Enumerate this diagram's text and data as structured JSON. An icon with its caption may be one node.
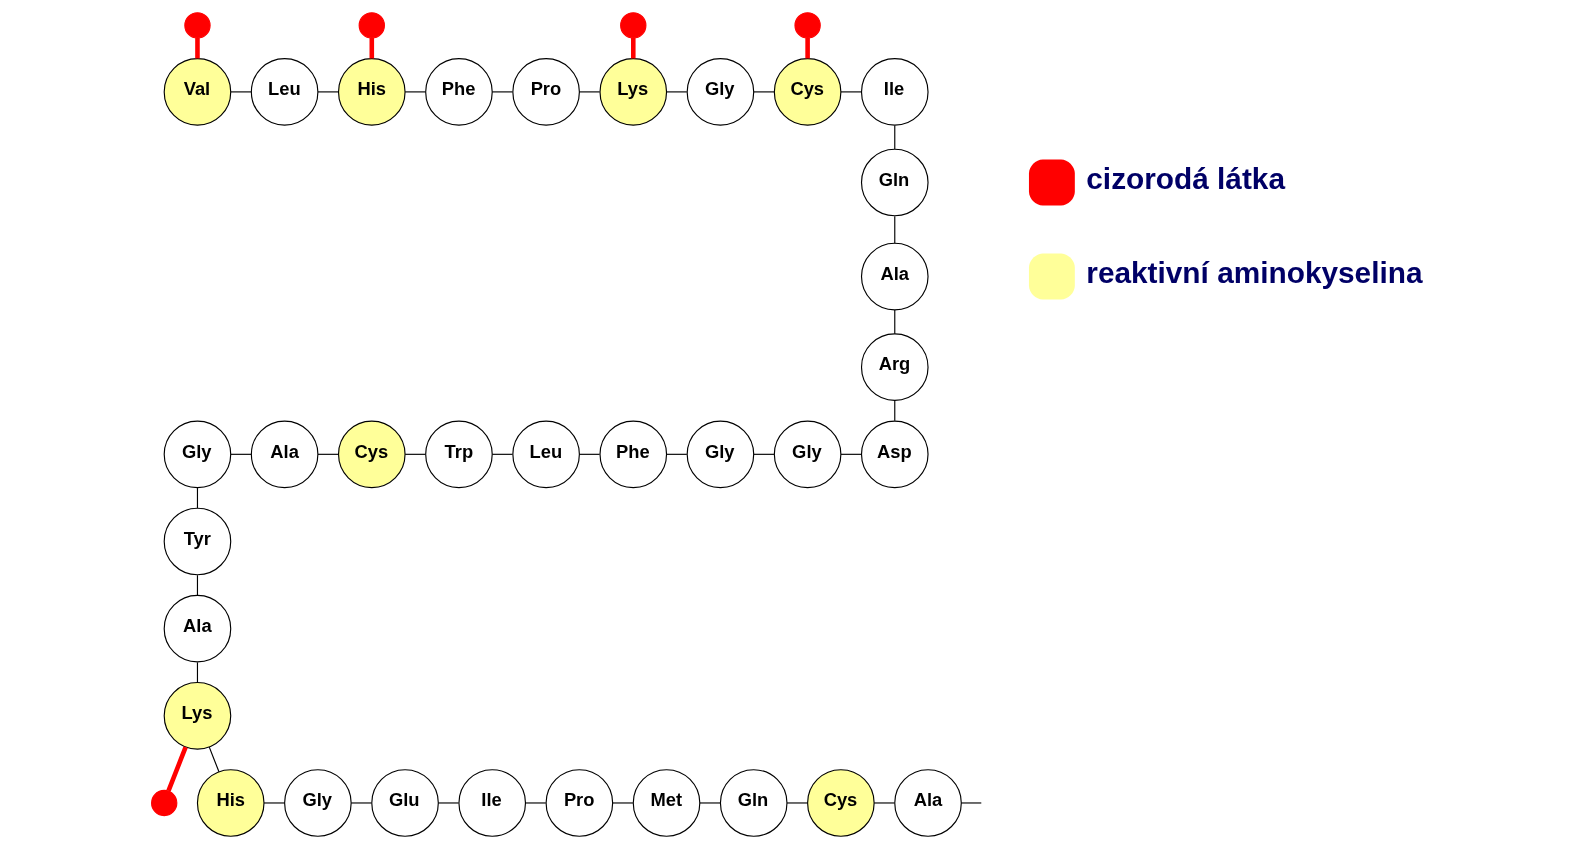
{
  "diagram": {
    "nodes": [
      {
        "text": [],
        "shape": "circle"
      },
      {
        "text": [],
        "shape": "circle"
      },
      {
        "text": [],
        "shape": "circle"
      },
      {
        "text": [],
        "shape": "circle"
      },
      {
        "text": [
          "Val"
        ]
      },
      {
        "text": [
          "Leu"
        ]
      },
      {
        "text": [
          "His"
        ]
      },
      {
        "text": [
          "Phe"
        ]
      },
      {
        "text": [
          "Pro"
        ]
      },
      {
        "text": [
          "Lys"
        ]
      },
      {
        "text": [
          "Gly"
        ]
      },
      {
        "text": [
          "Cys"
        ]
      },
      {
        "text": [
          "Ile"
        ]
      },
      {
        "text": [
          "Gln"
        ]
      },
      {
        "text": [
          "Ala"
        ]
      },
      {
        "text": [
          "Arg"
        ]
      },
      {
        "text": [
          "Gly"
        ]
      },
      {
        "text": [
          "Ala"
        ]
      },
      {
        "text": [
          "Cys"
        ]
      },
      {
        "text": [
          "Trp"
        ]
      },
      {
        "text": [
          "Leu"
        ]
      },
      {
        "text": [
          "Phe"
        ]
      },
      {
        "text": [
          "Gly"
        ]
      },
      {
        "text": [
          "Gly"
        ]
      },
      {
        "text": [
          "Asp"
        ]
      },
      {
        "text": [
          "Tyr"
        ]
      },
      {
        "text": [
          "Ala"
        ]
      },
      {
        "text": [
          "Lys"
        ]
      },
      {
        "text": [],
        "shape": "circle"
      },
      {
        "text": [
          "His"
        ]
      },
      {
        "text": [
          "Gly"
        ]
      },
      {
        "text": [
          "Glu"
        ]
      },
      {
        "text": [
          "Ile"
        ]
      },
      {
        "text": [
          "Pro"
        ]
      },
      {
        "text": [
          "Met"
        ]
      },
      {
        "text": [
          "Gln"
        ]
      },
      {
        "text": [
          "Cys"
        ]
      },
      {
        "text": [
          "Ala"
        ]
      }
    ],
    "edges": [
      {
        "from": 0,
        "to": 4,
        "arrow": "none",
        "style": "thick",
        "color": "#ff0000"
      },
      {
        "from": 1,
        "to": 6,
        "arrow": "none",
        "style": "thick",
        "color": "#ff0000"
      },
      {
        "from": 2,
        "to": 9,
        "arrow": "none",
        "style": "thick",
        "color": "#ff0000"
      },
      {
        "from": 3,
        "to": 11,
        "arrow": "none",
        "style": "thick",
        "color": "#ff0000"
      },
      {
        "from": 4,
        "to": 5,
        "arrow": "none"
      },
      {
        "from": 5,
        "to": 6,
        "arrow": "none"
      },
      {
        "from": 6,
        "to": 7,
        "arrow": "none"
      },
      {
        "from": 7,
        "to": 8,
        "arrow": "none"
      },
      {
        "from": 8,
        "to": 9,
        "arrow": "none"
      },
      {
        "from": 9,
        "to": 10,
        "arrow": "none"
      },
      {
        "from": 10,
        "to": 11,
        "arrow": "none"
      },
      {
        "from": 11,
        "to": 12,
        "arrow": "none"
      },
      {
        "from": 12,
        "to": 13,
        "arrow": "none"
      },
      {
        "from": 13,
        "to": 14,
        "arrow": "none"
      },
      {
        "from": 14,
        "to": 15,
        "arrow": "none"
      },
      {
        "from": 15,
        "to": 24,
        "arrow": "none"
      },
      {
        "from": 23,
        "to": 24,
        "arrow": "none"
      },
      {
        "from": 22,
        "to": 23,
        "arrow": "none"
      },
      {
        "from": 21,
        "to": 22,
        "arrow": "none"
      },
      {
        "from": 20,
        "to": 21,
        "arrow": "none"
      },
      {
        "from": 19,
        "to": 20,
        "arrow": "none"
      },
      {
        "from": 18,
        "to": 19,
        "arrow": "none"
      },
      {
        "from": 17,
        "to": 18,
        "arrow": "none"
      },
      {
        "from": 16,
        "to": 17,
        "arrow": "none"
      },
      {
        "from": 16,
        "to": 25,
        "arrow": "none"
      },
      {
        "from": 25,
        "to": 26,
        "arrow": "none"
      },
      {
        "from": 26,
        "to": 27,
        "arrow": "none"
      },
      {
        "from": 27,
        "to": 28,
        "arrow": "none",
        "style": "thick",
        "color": "#ff0000"
      },
      {
        "from": 27,
        "to": 29,
        "arrow": "none"
      },
      {
        "from": 29,
        "to": 30,
        "arrow": "none"
      },
      {
        "from": 30,
        "to": 31,
        "arrow": "none"
      },
      {
        "from": 31,
        "to": 32,
        "arrow": "none"
      },
      {
        "from": 32,
        "to": 33,
        "arrow": "none"
      },
      {
        "from": 33,
        "to": 34,
        "arrow": "none"
      },
      {
        "from": 34,
        "to": 35,
        "arrow": "none"
      },
      {
        "from": 35,
        "to": 36,
        "arrow": "none"
      },
      {
        "from": 36,
        "to": 37,
        "arrow": "none"
      },
      {
        "from": 37,
        "to": null,
        "arrow": "none"
      }
    ],
    "legend": [
      {
        "text": "cizorodá látka",
        "color": "#ff0000"
      },
      {
        "text": "reaktivní aminokyselina",
        "color": "#ffff99"
      }
    ]
  }
}
